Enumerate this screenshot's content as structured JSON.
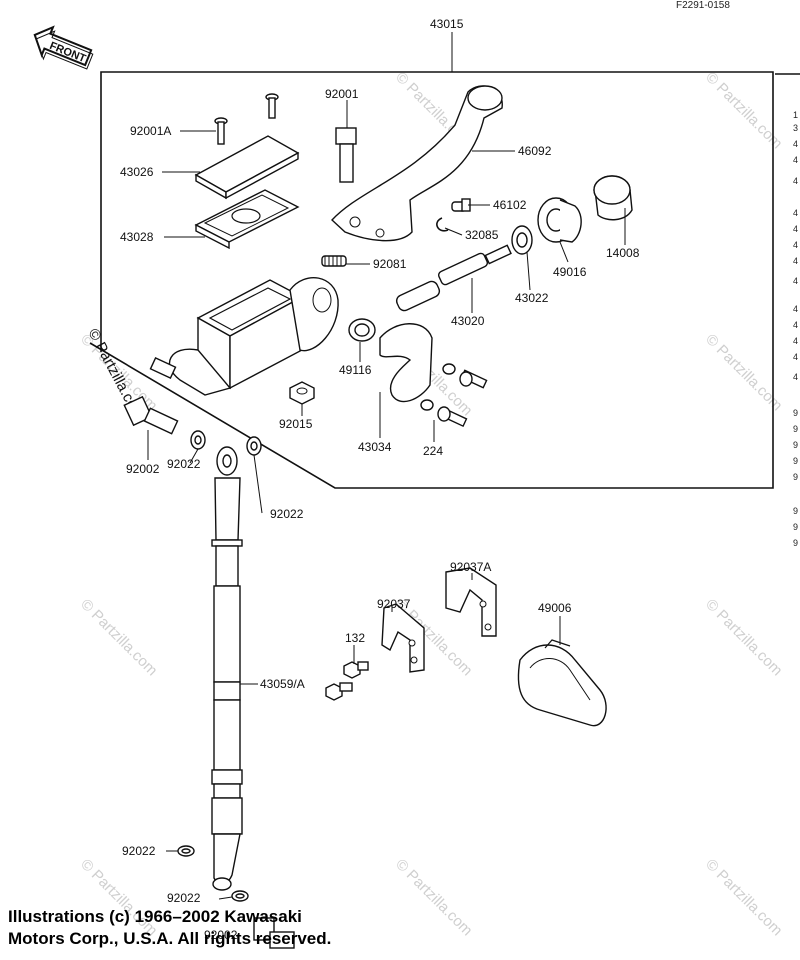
{
  "figure_code": "F2291-0158",
  "front_label": "FRONT",
  "watermark": "© Partzilla.com",
  "copyright_lines": [
    "Illustrations (c) 1966–2002 Kawasaki",
    "Motors Corp., U.S.A.  All rights reserved."
  ],
  "parts": {
    "p43015": "43015",
    "p92001": "92001",
    "p92001A": "92001A",
    "p46092": "46092",
    "p43026": "43026",
    "p46102": "46102",
    "p43028": "43028",
    "p32085": "32085",
    "p14008": "14008",
    "p92081": "92081",
    "p49016": "49016",
    "p43022": "43022",
    "p43020": "43020",
    "p49116": "49116",
    "p92015": "92015",
    "p43034": "43034",
    "p224": "224",
    "p92002a": "92002",
    "p92022a": "92022",
    "p92022b": "92022",
    "p92037A": "92037A",
    "p92037": "92037",
    "p49006": "49006",
    "p132": "132",
    "p43059A": "43059/A",
    "p92022c": "92022",
    "p92022d": "92022",
    "p92002b": "92002"
  },
  "side_list": [
    "1",
    "3",
    "4",
    "4",
    "4",
    "4",
    "4",
    "4",
    "4",
    "4",
    "4",
    "4",
    "4",
    "4",
    "4",
    "9",
    "9",
    "9",
    "9",
    "9",
    "9",
    "9",
    "9"
  ]
}
